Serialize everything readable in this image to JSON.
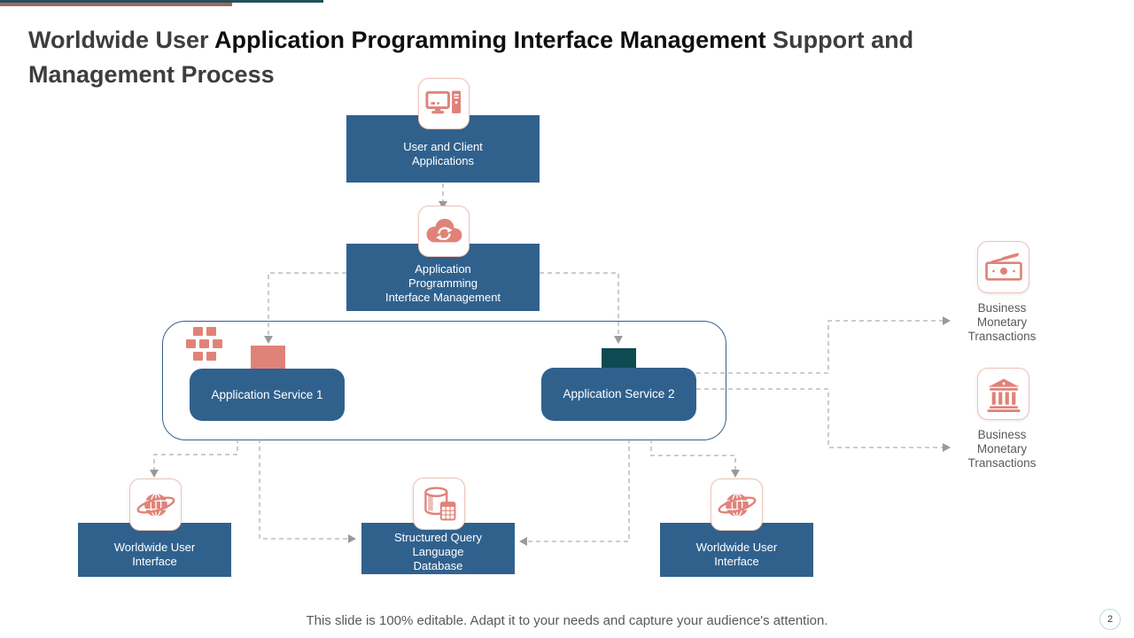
{
  "slide": {
    "title": {
      "part1": "Worldwide User ",
      "part2": "Application Programming Interface Management",
      "part3": " Support and\nManagement Process"
    },
    "footer": "This slide is 100% editable. Adapt it to your needs and capture your audience's attention.",
    "page_number": "2"
  },
  "nodes": {
    "user_client": {
      "label": "User and Client\nApplications",
      "icon": "desktop-computer-icon"
    },
    "api_mgmt": {
      "label": "Application\nProgramming\nInterface Management",
      "icon": "cloud-sync-icon"
    },
    "services_group": {
      "icon": "cubes-icon"
    },
    "service1": {
      "label": "Application Service 1"
    },
    "service2": {
      "label": "Application Service 2"
    },
    "wui_left": {
      "label": "Worldwide User\nInterface",
      "icon": "globe-orbit-icon"
    },
    "sql_db": {
      "label": "Structured Query\nLanguage\nDatabase",
      "icon": "database-spreadsheet-icon"
    },
    "wui_right": {
      "label": "Worldwide User\nInterface",
      "icon": "globe-orbit-icon"
    },
    "bmt_top": {
      "label": "Business\nMonetary\nTransactions",
      "icon": "banknote-icon"
    },
    "bmt_bottom": {
      "label": "Business\nMonetary\nTransactions",
      "icon": "bank-building-icon"
    }
  },
  "colors": {
    "primary_blue": "#30618D",
    "salmon": "#DF8379",
    "dark_teal": "#0E4A52",
    "accent_teal_bar": "#24505A",
    "accent_brown_bar": "#9C6A5B",
    "connector_gray": "#AFAFAF",
    "label_gray": "#595959",
    "tile_border": "#EDC3BA"
  }
}
